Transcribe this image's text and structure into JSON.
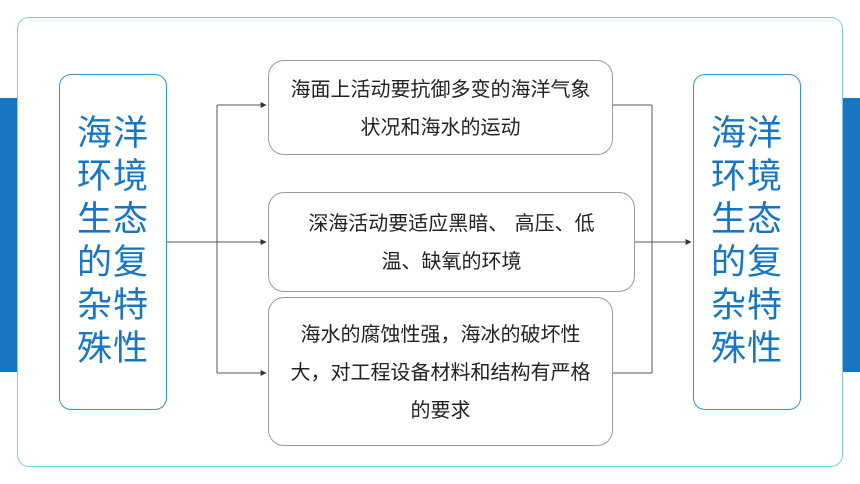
{
  "diagram": {
    "left_title": "海洋环境生态的复杂特殊性",
    "right_title": "海洋环境生态的复杂特殊性",
    "boxes": [
      {
        "text": "海面上活动要抗御多变的海洋气象状况和海水的运动"
      },
      {
        "text": "深海活动要适应黑暗、 高压、低温、缺氧的环境"
      },
      {
        "text": "海水的腐蚀性强，海冰的破坏性大，对工程设备材料和结构有严格的要求"
      }
    ]
  },
  "colors": {
    "accent": "#1676c3",
    "frame_border": "#7fcbe6",
    "box_border": "#9a9a9a",
    "text": "#222222",
    "connector": "#555555"
  }
}
